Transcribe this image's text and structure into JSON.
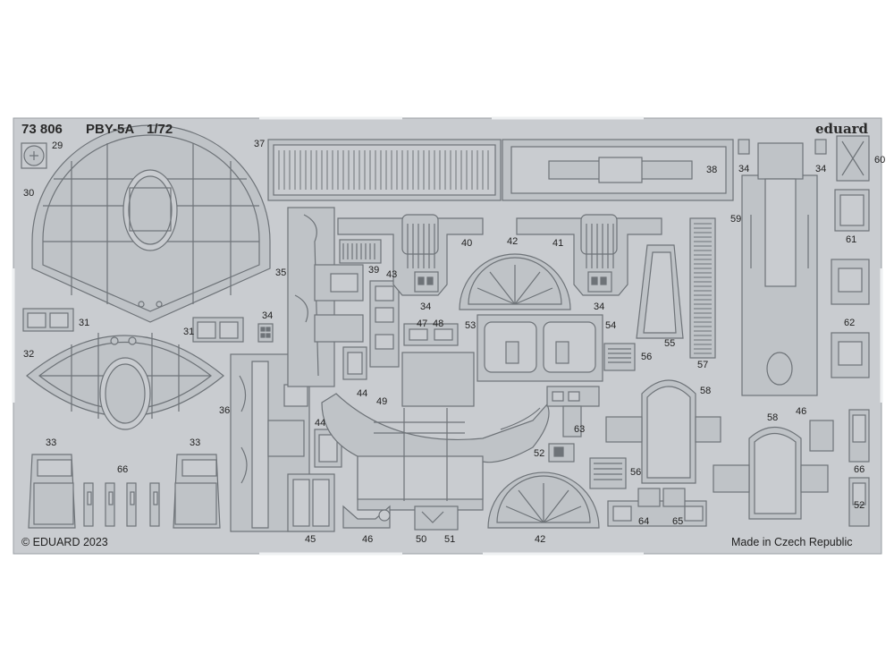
{
  "header": {
    "set_number": "73 806",
    "aircraft": "PBY-5A",
    "scale": "1/72",
    "brand": "eduard"
  },
  "footer": {
    "copyright": "© EDUARD 2023",
    "origin": "Made in Czech Republic"
  },
  "part_numbers": [
    "29",
    "30",
    "31",
    "31",
    "32",
    "33",
    "33",
    "66",
    "36",
    "37",
    "38",
    "35",
    "39",
    "43",
    "34",
    "34",
    "34",
    "40",
    "41",
    "42",
    "34",
    "34",
    "47",
    "48",
    "53",
    "54",
    "55",
    "44",
    "44",
    "49",
    "56",
    "57",
    "58",
    "59",
    "60",
    "61",
    "62",
    "63",
    "52",
    "56",
    "64",
    "65",
    "58",
    "46",
    "66",
    "52",
    "45",
    "46",
    "50",
    "51",
    "42"
  ],
  "colors": {
    "fret": "#c9ccd0",
    "part_fill": "#bfc3c7",
    "etch_line": "#6e7378",
    "outline": "#8b9095"
  }
}
